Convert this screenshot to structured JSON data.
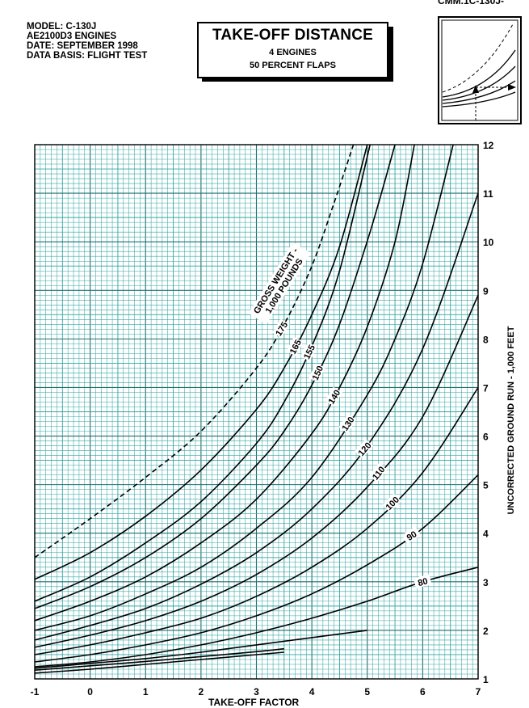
{
  "header": {
    "code": "CMM.1C-130J-",
    "meta": [
      "MODEL:  C-130J",
      "AE2100D3 ENGINES",
      "DATE: SEPTEMBER 1998",
      "DATA BASIS: FLIGHT TEST"
    ],
    "title": "TAKE-OFF DISTANCE",
    "subtitle1": "4 ENGINES",
    "subtitle2": "50 PERCENT FLAPS"
  },
  "chart_data": {
    "type": "line",
    "title": "TAKE-OFF DISTANCE",
    "xlabel": "TAKE-OFF FACTOR",
    "ylabel": "UNCORRECTED GROUND RUN - 1,000 FEET",
    "xlim": [
      -1,
      7
    ],
    "ylim": [
      1,
      12
    ],
    "x_ticks": [
      "-1",
      "0",
      "1",
      "2",
      "3",
      "4",
      "5",
      "6",
      "7"
    ],
    "y_ticks": [
      "1",
      "2",
      "3",
      "4",
      "5",
      "6",
      "7",
      "8",
      "9",
      "10",
      "11",
      "12"
    ],
    "grid": true,
    "grid_color": "#34a6a6",
    "series_title": "GROSS WEIGHT - 1,000 POUNDS",
    "series": [
      {
        "name": "175",
        "style": "dashed",
        "x": [
          -1,
          0,
          1,
          2,
          3,
          3.5,
          4,
          4.4,
          4.75
        ],
        "y": [
          3.5,
          4.3,
          5.15,
          6.1,
          7.4,
          8.3,
          9.5,
          10.8,
          12
        ]
      },
      {
        "name": "165",
        "style": "solid",
        "x": [
          -1,
          0,
          1,
          2,
          3,
          3.5,
          4,
          4.5,
          5
        ],
        "y": [
          3.05,
          3.6,
          4.35,
          5.3,
          6.55,
          7.4,
          8.5,
          9.9,
          12
        ]
      },
      {
        "name": "155",
        "style": "solid",
        "x": [
          -1,
          0,
          1,
          2,
          3,
          3.5,
          4,
          4.5,
          5.05
        ],
        "y": [
          2.6,
          3.1,
          3.8,
          4.65,
          5.85,
          6.7,
          7.85,
          9.4,
          12
        ]
      },
      {
        "name": "150",
        "style": "solid",
        "x": [
          -1,
          0,
          1,
          2,
          3,
          3.5,
          4,
          4.5,
          5.05,
          5.5
        ],
        "y": [
          2.45,
          2.9,
          3.5,
          4.3,
          5.4,
          6.1,
          7.05,
          8.3,
          10.2,
          12
        ]
      },
      {
        "name": "140",
        "style": "solid",
        "x": [
          -1,
          0,
          1,
          2,
          3,
          4,
          4.5,
          5,
          5.5,
          5.85
        ],
        "y": [
          2.2,
          2.6,
          3.1,
          3.8,
          4.7,
          6.05,
          7.0,
          8.25,
          10.0,
          12
        ]
      },
      {
        "name": "130",
        "style": "solid",
        "x": [
          -1,
          0,
          1,
          2,
          3,
          4,
          5,
          5.5,
          6,
          6.55
        ],
        "y": [
          2.0,
          2.3,
          2.75,
          3.3,
          4.1,
          5.15,
          6.85,
          8.0,
          9.55,
          12
        ]
      },
      {
        "name": "120",
        "style": "solid",
        "x": [
          -1,
          0,
          1,
          2,
          3,
          4,
          5,
          6,
          7
        ],
        "y": [
          1.8,
          2.1,
          2.45,
          2.95,
          3.6,
          4.5,
          5.8,
          7.8,
          11.0
        ]
      },
      {
        "name": "110",
        "style": "solid",
        "x": [
          -1,
          0,
          1,
          2,
          3,
          4,
          5,
          6,
          7
        ],
        "y": [
          1.65,
          1.9,
          2.2,
          2.6,
          3.15,
          3.9,
          4.95,
          6.4,
          8.9
        ]
      },
      {
        "name": "100",
        "style": "solid",
        "x": [
          -1,
          0,
          1,
          2,
          3,
          4,
          5,
          6,
          7
        ],
        "y": [
          1.5,
          1.7,
          1.95,
          2.25,
          2.7,
          3.3,
          4.1,
          5.25,
          7.0
        ]
      },
      {
        "name": "90",
        "style": "solid",
        "x": [
          -1,
          0,
          1,
          2,
          3,
          4,
          5,
          6,
          7
        ],
        "y": [
          1.35,
          1.5,
          1.7,
          1.95,
          2.3,
          2.75,
          3.35,
          4.1,
          5.2
        ]
      },
      {
        "name": "80",
        "style": "solid",
        "x": [
          -1,
          0,
          1,
          2,
          3,
          4,
          5,
          6,
          7
        ],
        "y": [
          1.25,
          1.35,
          1.5,
          1.7,
          1.95,
          2.25,
          2.6,
          3.0,
          3.3
        ]
      },
      {
        "name": "",
        "style": "solid",
        "x": [
          -1,
          0,
          1,
          2,
          3,
          4,
          5
        ],
        "y": [
          1.22,
          1.32,
          1.42,
          1.55,
          1.7,
          1.85,
          2.0
        ]
      },
      {
        "name": "",
        "style": "solid",
        "x": [
          -1,
          0,
          1,
          2,
          3,
          3.5
        ],
        "y": [
          1.18,
          1.27,
          1.36,
          1.46,
          1.56,
          1.62
        ]
      },
      {
        "name": "",
        "style": "solid",
        "x": [
          -1,
          0,
          1,
          2,
          3,
          3.5
        ],
        "y": [
          1.12,
          1.2,
          1.3,
          1.4,
          1.5,
          1.55
        ]
      }
    ]
  }
}
